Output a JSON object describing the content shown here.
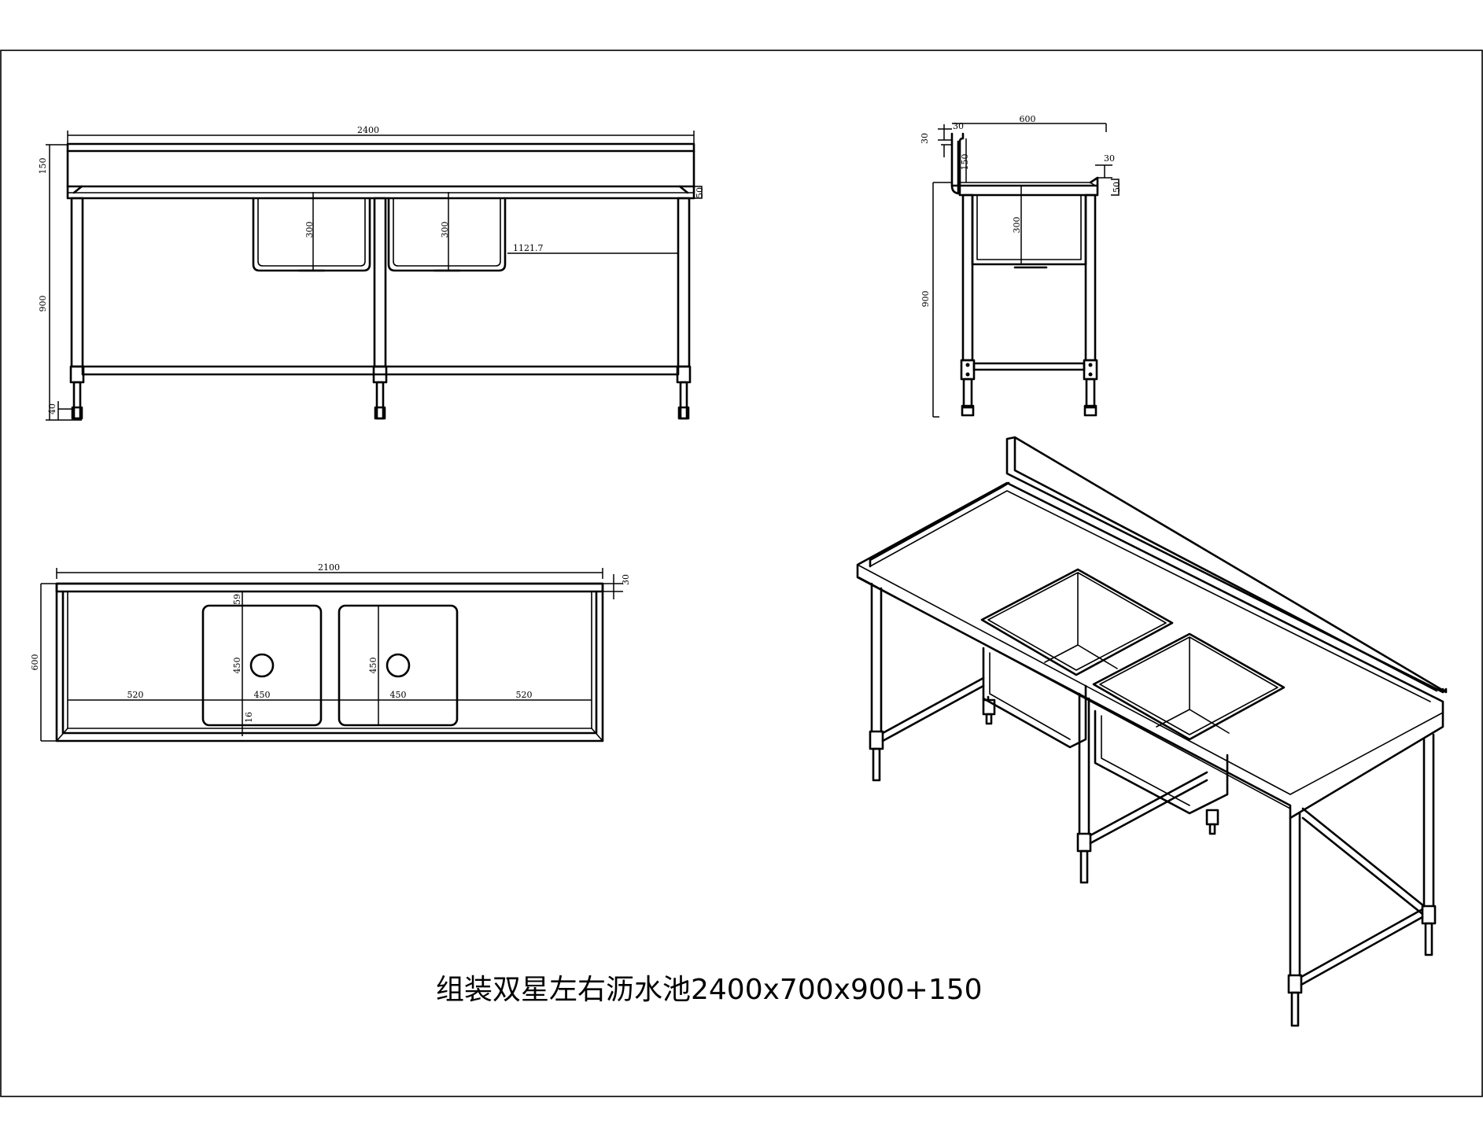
{
  "title": "组装双星左右沥水池2400x700x900+150",
  "front_view": {
    "length": "2400",
    "backsplash": "150",
    "top": "50",
    "bowl_depth_1": "300",
    "bowl_depth_2": "300",
    "span": "1121.7",
    "leg_height": "900",
    "foot": "40"
  },
  "side_view": {
    "depth": "600",
    "lip": "30",
    "backsplash": "150",
    "lip_top": "30",
    "top": "30",
    "edge": "50",
    "bowl_depth": "300",
    "leg_height": "900"
  },
  "plan_view": {
    "length": "2100",
    "edge": "30",
    "depth": "600",
    "bowl_gap": "59",
    "bowl_1_height": "450",
    "bowl_2_height": "450",
    "drain_left": "520",
    "bowl_1_width": "450",
    "bowl_2_width": "450",
    "drain_right": "520",
    "bowl_bottom": "16"
  }
}
